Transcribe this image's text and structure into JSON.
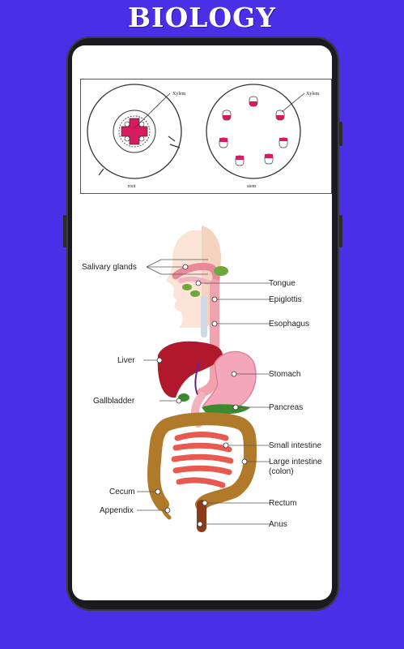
{
  "header": {
    "title": "BIOLOGY"
  },
  "plant": {
    "root_label": "root",
    "stem_label": "stem",
    "xylem_root": "Xylem",
    "xylem_stem": "Xylem"
  },
  "digestive": {
    "labels": {
      "salivary": "Salivary glands",
      "tongue": "Tongue",
      "epiglottis": "Epiglottis",
      "esophagus": "Esophagus",
      "liver": "Liver",
      "stomach": "Stomach",
      "gallbladder": "Gallbladder",
      "pancreas": "Pancreas",
      "small_intestine": "Small intestine",
      "large_intestine_1": "Large intestine",
      "large_intestine_2": "(colon)",
      "cecum": "Cecum",
      "appendix": "Appendix",
      "rectum": "Rectum",
      "anus": "Anus"
    }
  },
  "colors": {
    "background": "#4a2fe6",
    "xylem": "#d81b60",
    "liver": "#b2182b",
    "stomach": "#f4a7b9",
    "intestine": "#e85a4f",
    "colon": "#b07a2a",
    "pancreas": "#3c8a2e"
  }
}
